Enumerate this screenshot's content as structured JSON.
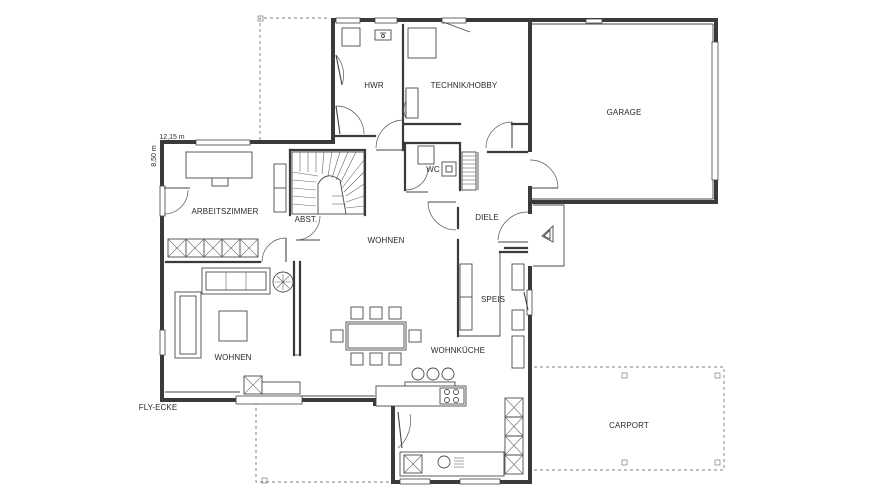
{
  "rooms": {
    "hwr": "HWR",
    "technik": "TECHNIK/HOBBY",
    "garage": "GARAGE",
    "wc": "WC",
    "arbeitszimmer": "ARBEITSZIMMER",
    "abst": "ABST.",
    "wohnen_center": "WOHNEN",
    "diele": "DIELE",
    "speis": "SPEIS",
    "wohnen_left": "WOHNEN",
    "wohnkueche": "WOHNKÜCHE",
    "carport": "CARPORT",
    "fly_ecke": "FLY-ECKE"
  },
  "dimensions": {
    "width": "12,15 m",
    "depth": "8,50 m"
  },
  "colors": {
    "wall": "#3a3a3a",
    "background": "#ffffff",
    "hatch": "#4a4a4a"
  }
}
